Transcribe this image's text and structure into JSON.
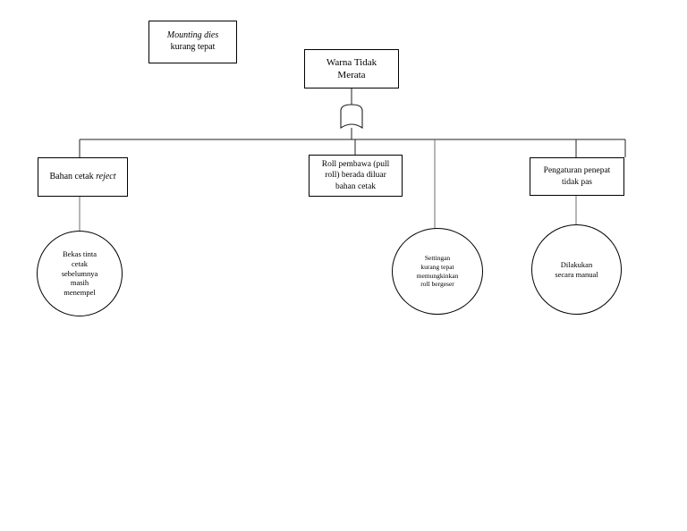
{
  "diagram": {
    "title": "Warna Tidak Merata cause analysis tree",
    "line_color": "#231f20",
    "background": "#ffffff",
    "nodes": {
      "effect_main": {
        "shape": "rectangle",
        "text": "Warna Tidak\nMerata"
      },
      "cause_mounting": {
        "shape": "rectangle",
        "text_italic": "Mounting dies",
        "text_plain": "kurang tepat"
      },
      "cause_bahan": {
        "shape": "rectangle",
        "text_plain": "Bahan cetak ",
        "text_italic": "reject"
      },
      "cause_roll": {
        "shape": "rectangle",
        "text": "Roll pembawa (pull\nroll) berada diluar\nbahan cetak"
      },
      "cause_penepat": {
        "shape": "rectangle",
        "text": "Pengaturan penepat\ntidak pas"
      },
      "detail_bekas": {
        "shape": "circle",
        "text": "Bekas tinta\ncetak\nsebelumnya\nmasih\nmenempel"
      },
      "detail_settingan": {
        "shape": "circle",
        "text": "Settingan\nkurang tepat\nmemungkinkan\nroll bergeser"
      },
      "detail_dilakukan": {
        "shape": "circle",
        "text": "Dilakukan\nsecara manual"
      }
    },
    "connectors": {
      "spine_label": "horizontal-spine",
      "drum_label": "drum-connector"
    }
  }
}
